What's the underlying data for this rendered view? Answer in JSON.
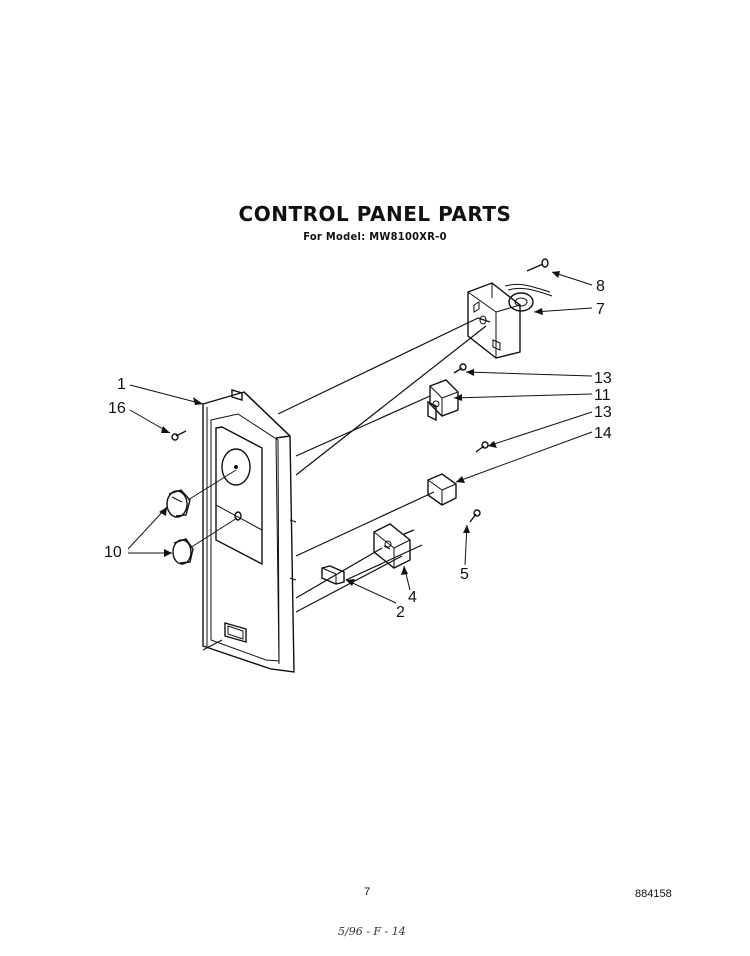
{
  "title": "CONTROL PANEL PARTS",
  "subtitle": "For Model: MW8100XR-0",
  "page_number": "7",
  "document_number": "884158",
  "handwritten_note": "5/96 - F - 14",
  "callouts": {
    "c1": "1",
    "c2": "2",
    "c4": "4",
    "c5": "5",
    "c7": "7",
    "c8": "8",
    "c10": "10",
    "c11": "11",
    "c13a": "13",
    "c13b": "13",
    "c14": "14",
    "c16": "16"
  }
}
